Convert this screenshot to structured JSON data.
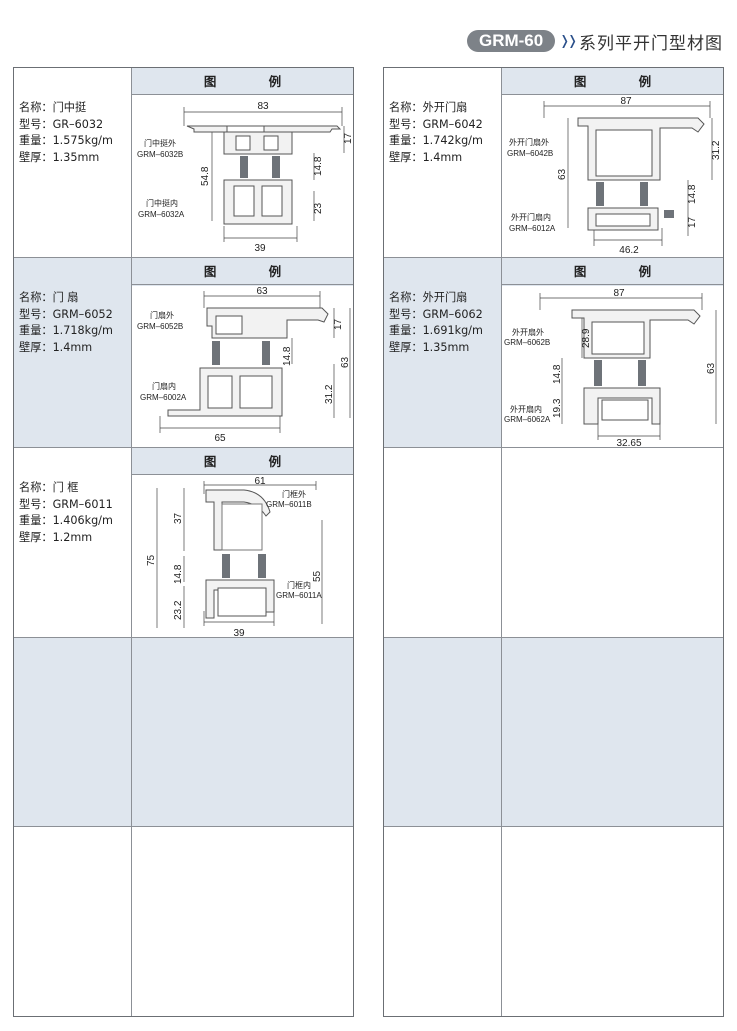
{
  "header": {
    "badge": "GRM-60",
    "chevrons": "❭❭",
    "title": "系列平开门型材图"
  },
  "left_column": [
    {
      "name_label": "名称：门中挺",
      "model_label": "型号：GR–6032",
      "weight_label": "重量：1.575kg/m",
      "thickness_label": "壁厚：1.35mm",
      "figure_header": "图 例",
      "figure": {
        "dim_top": "83",
        "dim_right_top": "17",
        "dim_left": "54.8",
        "dim_mid": "14.8",
        "dim_right_bottom": "23",
        "dim_bottom": "39",
        "label_b_name": "门中挺外",
        "label_b_code": "GRM–6032B",
        "label_a_name": "门中挺内",
        "label_a_code": "GRM–6032A"
      }
    },
    {
      "name_label": "名称：门 扇",
      "model_label": "型号：GRM–6052",
      "weight_label": "重量：1.718kg/m",
      "thickness_label": "壁厚：1.4mm",
      "figure_header": "图 例",
      "figure": {
        "dim_top": "63",
        "dim_right_top": "17",
        "dim_mid": "14.8",
        "dim_right_bottom": "31.2",
        "dim_right_total": "63",
        "dim_bottom": "65",
        "label_b_name": "门扇外",
        "label_b_code": "GRM–6052B",
        "label_a_name": "门扇内",
        "label_a_code": "GRM–6002A"
      }
    },
    {
      "name_label": "名称：门 框",
      "model_label": "型号：GRM–6011",
      "weight_label": "重量：1.406kg/m",
      "thickness_label": "壁厚：1.2mm",
      "figure_header": "图 例",
      "figure": {
        "dim_top": "61",
        "dim_left_total": "75",
        "dim_left_top": "37",
        "dim_mid": "14.8",
        "dim_left_bottom": "23.2",
        "dim_right_total": "55",
        "dim_bottom": "39",
        "label_b_name": "门框外",
        "label_b_code": "GRM–6011B",
        "label_a_name": "门框内",
        "label_a_code": "GRM–6011A"
      }
    }
  ],
  "right_column": [
    {
      "name_label": "名称：外开门扇",
      "model_label": "型号：GRM–6042",
      "weight_label": "重量：1.742kg/m",
      "thickness_label": "壁厚：1.4mm",
      "figure_header": "图 例",
      "figure": {
        "dim_top": "87",
        "dim_right_top": "31.2",
        "dim_left": "63",
        "dim_mid": "14.8",
        "dim_right_bottom": "17",
        "dim_bottom": "46.2",
        "label_b_name": "外开门扇外",
        "label_b_code": "GRM–6042B",
        "label_a_name": "外开门扇内",
        "label_a_code": "GRM–6012A"
      }
    },
    {
      "name_label": "名称：外开门扇",
      "model_label": "型号：GRM–6062",
      "weight_label": "重量：1.691kg/m",
      "thickness_label": "壁厚：1.35mm",
      "figure_header": "图 例",
      "figure": {
        "dim_top": "87",
        "dim_left_top": "28.9",
        "dim_mid": "14.8",
        "dim_left_bottom": "19.3",
        "dim_right_total": "63",
        "dim_bottom": "32.65",
        "label_b_name": "外开扇外",
        "label_b_code": "GRM–6062B",
        "label_a_name": "外开扇内",
        "label_a_code": "GRM–6062A"
      }
    }
  ]
}
